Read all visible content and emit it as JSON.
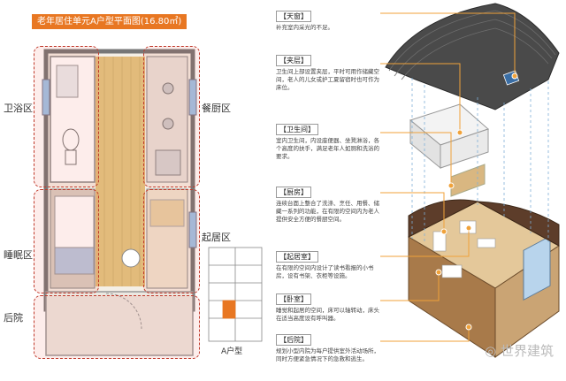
{
  "plan": {
    "title": "老年居住单元A户型平面图",
    "area": "(16.80㎡)",
    "zones": [
      {
        "id": "bath",
        "label": "卫浴区"
      },
      {
        "id": "dining",
        "label": "餐厨区"
      },
      {
        "id": "sleep",
        "label": "睡眠区"
      },
      {
        "id": "living",
        "label": "起居区"
      },
      {
        "id": "yard",
        "label": "后院"
      }
    ],
    "thumbnail_label": "A户型"
  },
  "callouts": [
    {
      "title": "【天窗】",
      "text": "补充室内采光的不足。"
    },
    {
      "title": "【夹层】",
      "text": "卫生间上部设置夹层，平时可用作储藏空间，老人的儿女或护工夏留宿时也可作为床位。"
    },
    {
      "title": "【卫生间】",
      "text": "室内卫生间，内设座便器、坐凳淋浴，各个高度的扶手，满足老年人如厕和洗浴的要求。"
    },
    {
      "title": "【厨房】",
      "text": "连续台面上整合了洗涤、烹任、用餐、储藏一系列的功能，在有限的空间内为老人提供安全方便的餐厨空间。"
    },
    {
      "title": "【起居室】",
      "text": "在有限的空间内设计了读书看报的小书房，设有书架、衣柜等设施。"
    },
    {
      "title": "【卧室】",
      "text": "睡觉和起居的空间，床可以轴转动，床头在适当高度设有呼叫器。"
    },
    {
      "title": "【后院】",
      "text": "规划小型内院为每户提供室外活动场所，同时方便紧急情况下的急救和逃生。"
    }
  ],
  "watermark": "世界建筑",
  "colors": {
    "accent": "#e87722",
    "zone": "#c0392b",
    "leader": "#f0a23a",
    "floor": "#e2bb7b",
    "wall": "#8c8c8c"
  }
}
